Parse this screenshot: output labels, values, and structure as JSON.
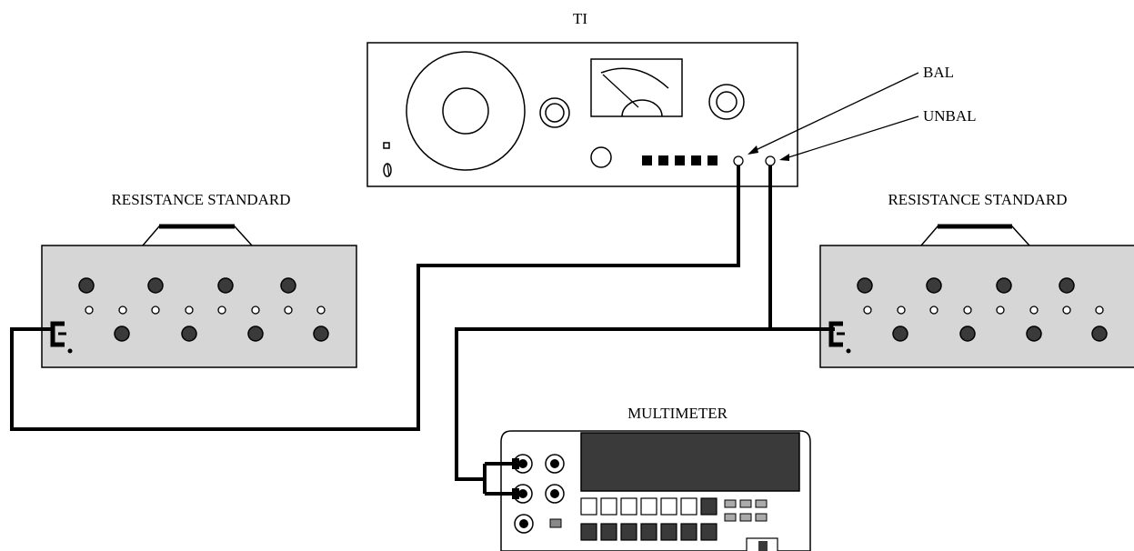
{
  "labels": {
    "ti": "TI",
    "bal": "BAL",
    "unbal": "UNBAL",
    "resistance_left": "RESISTANCE STANDARD",
    "resistance_right": "RESISTANCE STANDARD",
    "multimeter": "MULTIMETER"
  },
  "colors": {
    "standard_panel": "#d6d6d6",
    "knob": "#3a3a3a",
    "display": "#3a3a3a",
    "line": "#000000"
  }
}
